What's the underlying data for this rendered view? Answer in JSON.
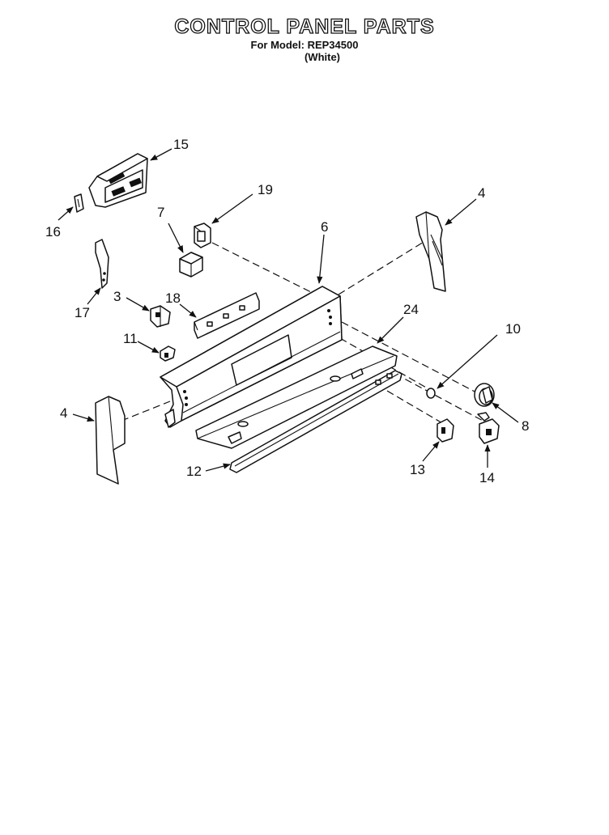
{
  "header": {
    "title": "CONTROL PANEL PARTS",
    "model_line": "For Model: REP34500",
    "color_line": "(White)"
  },
  "callouts": {
    "c15": "15",
    "c16": "16",
    "c19": "19",
    "c7": "7",
    "c6": "6",
    "c4_right": "4",
    "c17": "17",
    "c3": "3",
    "c18": "18",
    "c24": "24",
    "c10": "10",
    "c11": "11",
    "c4_left": "4",
    "c8": "8",
    "c12": "12",
    "c13": "13",
    "c14": "14"
  }
}
